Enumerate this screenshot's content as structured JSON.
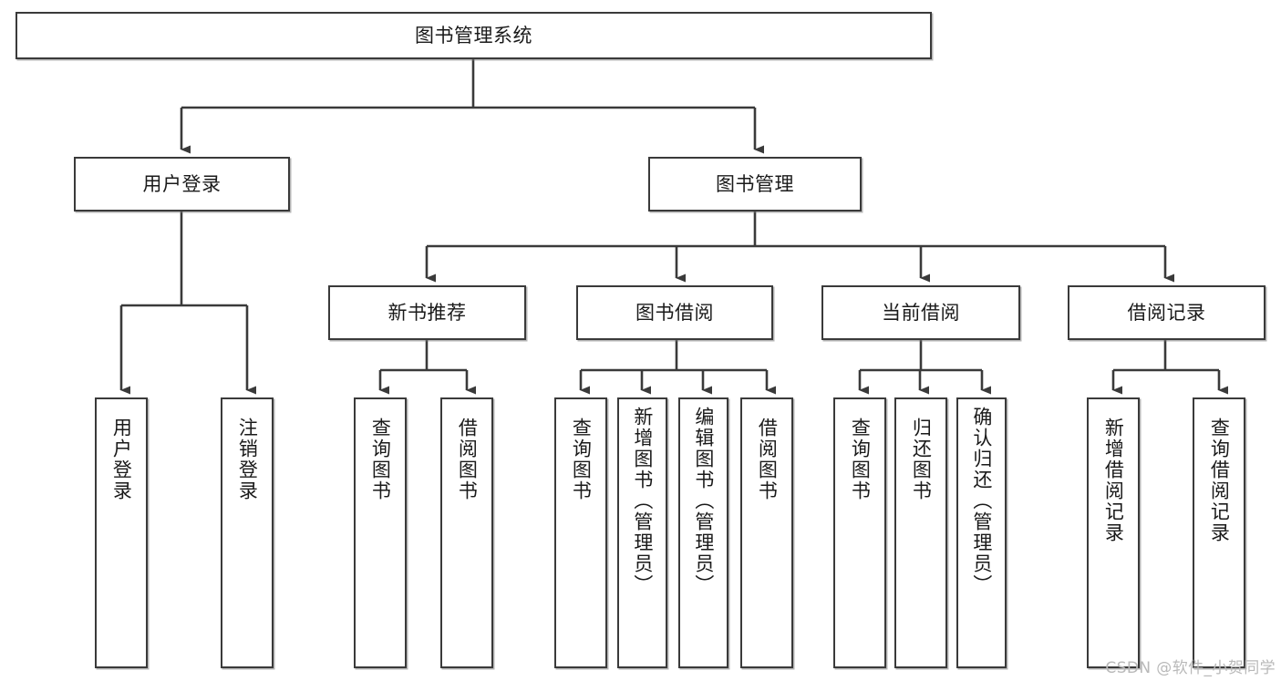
{
  "diagram": {
    "title": "图书管理系统",
    "watermark": "CSDN @软件_小贺同学",
    "colors": {
      "stroke": "#3a3a3a",
      "fill": "#ffffff",
      "text": "#1a1a1a",
      "watermark": "#b9b9b9",
      "background": "#ffffff"
    },
    "nodes": {
      "root": {
        "label": "图书管理系统",
        "orientation": "horizontal",
        "level": 1
      },
      "user_login": {
        "label": "用户登录",
        "orientation": "horizontal",
        "level": 2
      },
      "book_manage": {
        "label": "图书管理",
        "orientation": "horizontal",
        "level": 2
      },
      "new_book_rec": {
        "label": "新书推荐",
        "orientation": "horizontal",
        "level": 3
      },
      "book_borrow": {
        "label": "图书借阅",
        "orientation": "horizontal",
        "level": 3
      },
      "current_borrow": {
        "label": "当前借阅",
        "orientation": "horizontal",
        "level": 3
      },
      "borrow_record": {
        "label": "借阅记录",
        "orientation": "horizontal",
        "level": 3
      },
      "leaf_user_login": {
        "label": "用户登录",
        "orientation": "vertical",
        "level": 3
      },
      "leaf_user_logout": {
        "label": "注销登录",
        "orientation": "vertical",
        "level": 3
      },
      "leaf_query_book_1": {
        "label": "查询图书",
        "orientation": "vertical",
        "level": 4
      },
      "leaf_borrow_book_1": {
        "label": "借阅图书",
        "orientation": "vertical",
        "level": 4
      },
      "leaf_query_book_2": {
        "label": "查询图书",
        "orientation": "vertical",
        "level": 4
      },
      "leaf_add_book": {
        "label": "新增图书（管理员）",
        "orientation": "vertical",
        "level": 4
      },
      "leaf_edit_book": {
        "label": "编辑图书（管理员）",
        "orientation": "vertical",
        "level": 4
      },
      "leaf_borrow_book_2": {
        "label": "借阅图书",
        "orientation": "vertical",
        "level": 4
      },
      "leaf_query_book_3": {
        "label": "查询图书",
        "orientation": "vertical",
        "level": 4
      },
      "leaf_return_book": {
        "label": "归还图书",
        "orientation": "vertical",
        "level": 4
      },
      "leaf_confirm_return": {
        "label": "确认归还（管理员）",
        "orientation": "vertical",
        "level": 4
      },
      "leaf_add_record": {
        "label": "新增借阅记录",
        "orientation": "vertical",
        "level": 4
      },
      "leaf_query_record": {
        "label": "查询借阅记录",
        "orientation": "vertical",
        "level": 4
      }
    },
    "hierarchy": {
      "图书管理系统": [
        "用户登录",
        "图书管理"
      ],
      "用户登录": [
        "用户登录",
        "注销登录"
      ],
      "图书管理": [
        "新书推荐",
        "图书借阅",
        "当前借阅",
        "借阅记录"
      ],
      "新书推荐": [
        "查询图书",
        "借阅图书"
      ],
      "图书借阅": [
        "查询图书",
        "新增图书（管理员）",
        "编辑图书（管理员）",
        "借阅图书"
      ],
      "当前借阅": [
        "查询图书",
        "归还图书",
        "确认归还（管理员）"
      ],
      "借阅记录": [
        "新增借阅记录",
        "查询借阅记录"
      ]
    }
  }
}
